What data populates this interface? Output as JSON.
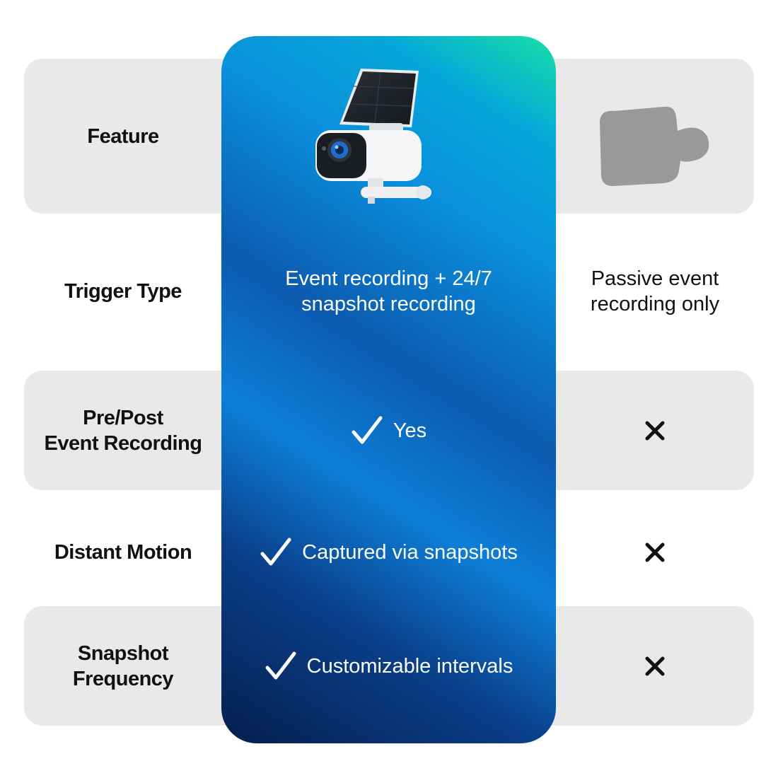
{
  "rows": [
    {
      "feature": "Feature"
    },
    {
      "feature": "Trigger Type",
      "ours": "Event recording + 24/7\nsnapshot recording",
      "theirs": "Passive event\nrecording only"
    },
    {
      "feature": "Pre/Post\nEvent Recording",
      "ours": "Yes",
      "theirs_icon": "x-mark-icon"
    },
    {
      "feature": "Distant Motion",
      "ours": "Captured via snapshots",
      "theirs_icon": "x-mark-icon"
    },
    {
      "feature": "Snapshot\nFrequency",
      "ours": "Customizable intervals",
      "theirs_icon": "x-mark-icon"
    }
  ],
  "icons": {
    "check": "check-icon",
    "cross": "x-mark-icon",
    "product": "solar-camera-image",
    "competitor": "generic-camera-silhouette"
  },
  "colors": {
    "row_background": "#e8e9e8",
    "gradient_top": "#18e0a6",
    "gradient_mid": "#0a8fdc",
    "gradient_bottom": "#061f4e",
    "text_dark": "#111111",
    "text_light": "#ffffff"
  }
}
